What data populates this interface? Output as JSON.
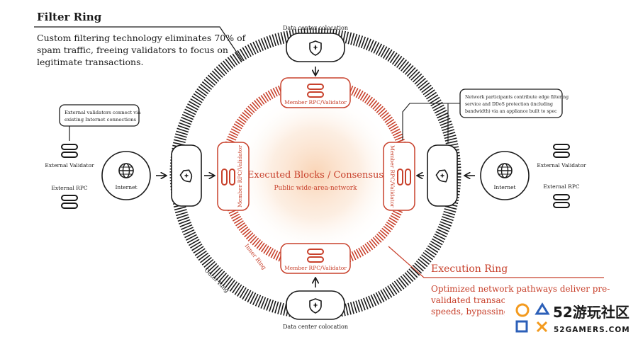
{
  "filter_ring": {
    "title": "Filter Ring",
    "description_lines": [
      "Custom filtering technology eliminates 70% of",
      "spam traffic, freeing validators to focus on",
      "legitimate transactions."
    ]
  },
  "execution_ring": {
    "title": "Execution Ring",
    "description_lines": [
      "Optimized network pathways deliver pre-",
      "validated transactions",
      "speeds, bypassing p"
    ]
  },
  "center": {
    "title": "Executed Blocks / Consensus",
    "subtitle": "Public wide-area-network"
  },
  "ring_labels": {
    "inner": "Inner Ring",
    "outer": "Outer Ring"
  },
  "data_center": {
    "top_label": "Data center colocation",
    "bottom_label": "Data center colocation"
  },
  "member_nodes": {
    "top": "Member RPC/Validator",
    "bottom": "Member RPC/Validator",
    "left": "Member RPC/Validator",
    "right": "Member RPC/Validator"
  },
  "left_side": {
    "note_lines": [
      "External validators connect via",
      "existing Internet connections"
    ],
    "external_validator": "External Validator",
    "external_rpc": "External RPC",
    "internet": "Internet"
  },
  "right_side": {
    "note_lines": [
      "Network participants contribute edge filtering",
      "service and DDoS protection (including",
      "bandwidth) via an appliance built to spec"
    ],
    "external_validator": "External Validator",
    "external_rpc": "External RPC",
    "internet": "Internet"
  },
  "watermark": {
    "brand": "52游玩社区",
    "url": "52GAMERS.COM"
  },
  "colors": {
    "ink": "#1a1a1a",
    "accent": "#c8412c",
    "accent_soft": "#f4c9a8",
    "watermark_orange": "#f39a1e",
    "watermark_blue": "#2b5fb8"
  },
  "icons": {
    "shield": "shield-icon",
    "globe": "globe-icon",
    "server": "server-icon",
    "appliance": "shield-appliance-icon"
  }
}
